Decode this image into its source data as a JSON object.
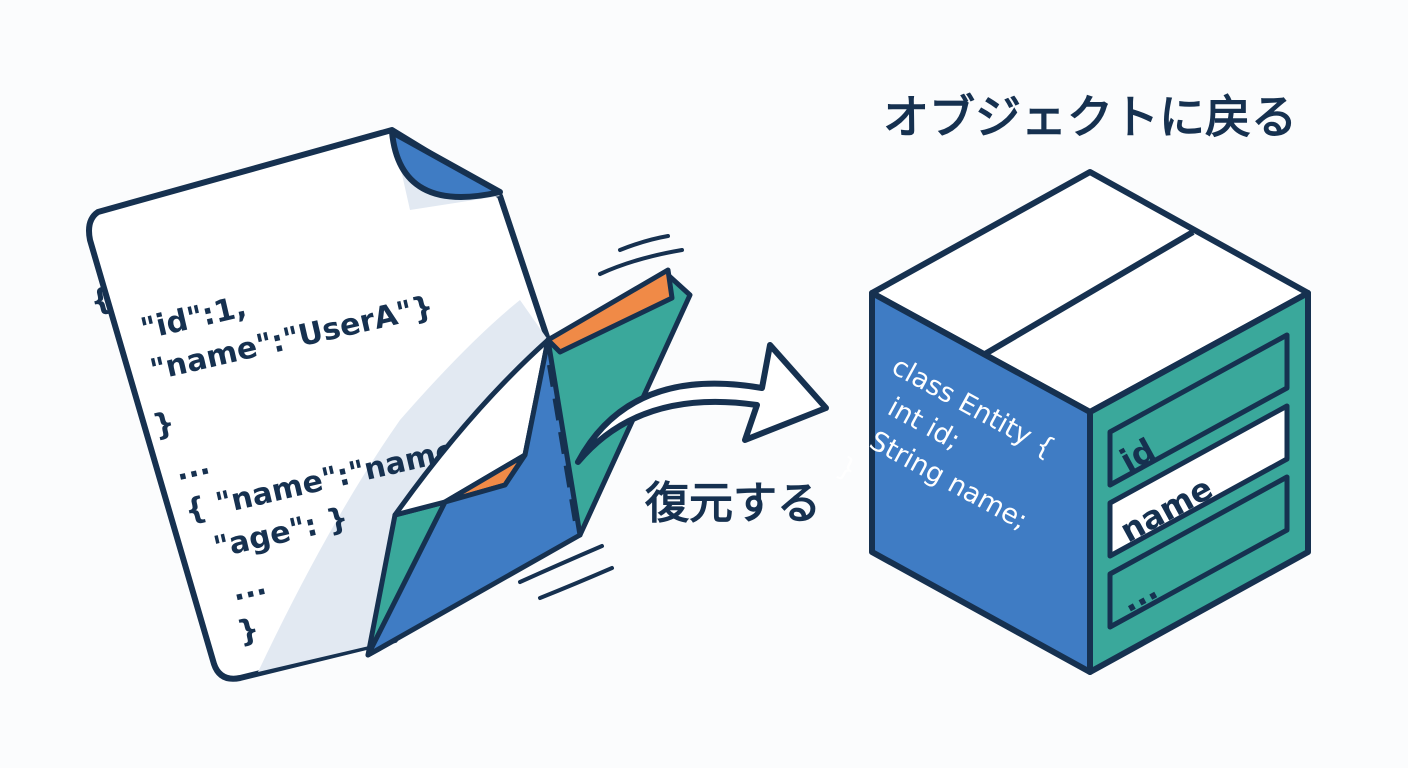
{
  "title": "オブジェクトに戻る",
  "action_label": "復元する",
  "json_document": {
    "lines": [
      "{",
      "\"id\":1,",
      "\"name\":\"UserA\"}",
      "}",
      "...",
      "{ \"name\":\"name\",",
      "\"age\": }",
      "...",
      "}"
    ]
  },
  "class_code": {
    "lines": [
      "class Entity {",
      "int id;",
      "String name;",
      "}"
    ]
  },
  "fields": [
    "id",
    "name",
    "..."
  ],
  "colors": {
    "outline": "#163150",
    "blue": "#3f7cc4",
    "teal": "#3aa89b",
    "orange": "#f08a47",
    "shade": "#e2e9f2"
  }
}
